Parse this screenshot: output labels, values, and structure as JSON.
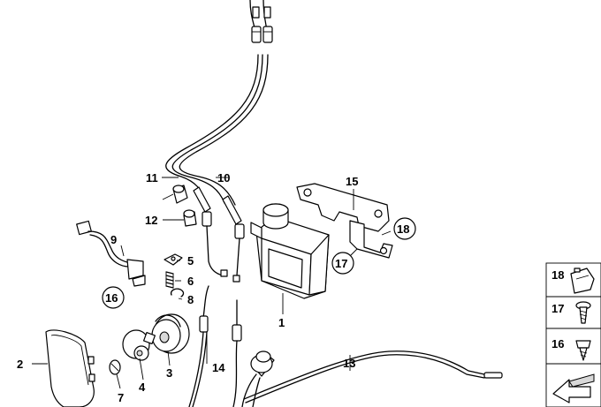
{
  "diagram": {
    "callouts": [
      {
        "id": "c1",
        "text": "1",
        "circled": false
      },
      {
        "id": "c2",
        "text": "2",
        "circled": false
      },
      {
        "id": "c3",
        "text": "3",
        "circled": false
      },
      {
        "id": "c4",
        "text": "4",
        "circled": false
      },
      {
        "id": "c5",
        "text": "5",
        "circled": false
      },
      {
        "id": "c6",
        "text": "6",
        "circled": false
      },
      {
        "id": "c7",
        "text": "7",
        "circled": false
      },
      {
        "id": "c8",
        "text": "8",
        "circled": false
      },
      {
        "id": "c9",
        "text": "9",
        "circled": false
      },
      {
        "id": "c10",
        "text": "10",
        "circled": false
      },
      {
        "id": "c11",
        "text": "11",
        "circled": false
      },
      {
        "id": "c12",
        "text": "12",
        "circled": false
      },
      {
        "id": "c13",
        "text": "13",
        "circled": false
      },
      {
        "id": "c14",
        "text": "14",
        "circled": false
      },
      {
        "id": "c15",
        "text": "15",
        "circled": false
      },
      {
        "id": "c16",
        "text": "16",
        "circled": true
      },
      {
        "id": "c17",
        "text": "17",
        "circled": true
      },
      {
        "id": "c18",
        "text": "18",
        "circled": true
      }
    ],
    "legend": [
      {
        "text": "18",
        "icon": "clip-nut-icon"
      },
      {
        "text": "17",
        "icon": "screw-icon"
      },
      {
        "text": "16",
        "icon": "self-tapping-screw-icon"
      }
    ]
  }
}
